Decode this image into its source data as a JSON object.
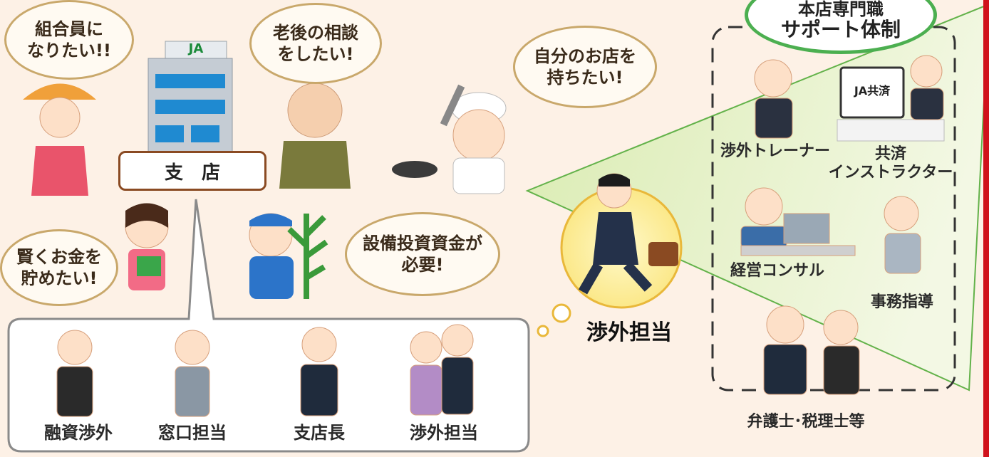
{
  "bubbles": {
    "member": "組合員に\nなりたい!!",
    "elderly": "老後の相談\nをしたい!",
    "shop": "自分のお店を\n持ちたい!",
    "savings": "賢くお金を\n貯めたい!",
    "equipment": "設備投資資金が\n必要!"
  },
  "branch": {
    "label": "支　店",
    "logo": "JA"
  },
  "branch_staff": [
    "融資渉外",
    "窓口担当",
    "支店長",
    "渉外担当"
  ],
  "main_rep": "渉外担当",
  "support": {
    "title_line1": "本店専門職",
    "title_line2": "サポート体制",
    "monitor_text": "JA共済",
    "roles": [
      "渉外トレーナー",
      "共済\nインストラクター",
      "経営コンサル",
      "事務指導",
      "弁護士･税理士等"
    ]
  },
  "colors": {
    "background": "#fdf1e6",
    "bubble_border": "#c9a86b",
    "support_green": "#4caf50",
    "accent_red": "#d0121b"
  }
}
